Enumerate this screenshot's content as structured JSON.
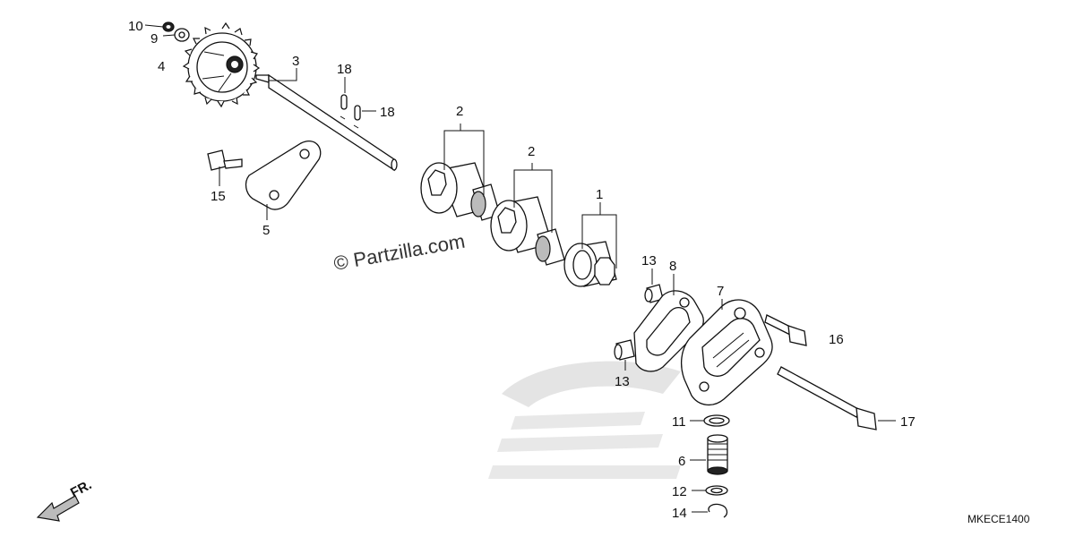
{
  "watermark": "© Partzilla.com",
  "diagram_code": "MKECE1400",
  "direction_label": "FR.",
  "colors": {
    "ink": "#111111",
    "background": "#ffffff",
    "watermark_logo": "#d9d9d9"
  },
  "callouts": {
    "c10": "10",
    "c9": "9",
    "c4": "4",
    "c3": "3",
    "c18a": "18",
    "c18b": "18",
    "c15": "15",
    "c5": "5",
    "c2a": "2",
    "c2b": "2",
    "c1": "1",
    "c13a": "13",
    "c8": "8",
    "c7": "7",
    "c16": "16",
    "c13b": "13",
    "c11": "11",
    "c17": "17",
    "c6": "6",
    "c12": "12",
    "c14": "14"
  }
}
